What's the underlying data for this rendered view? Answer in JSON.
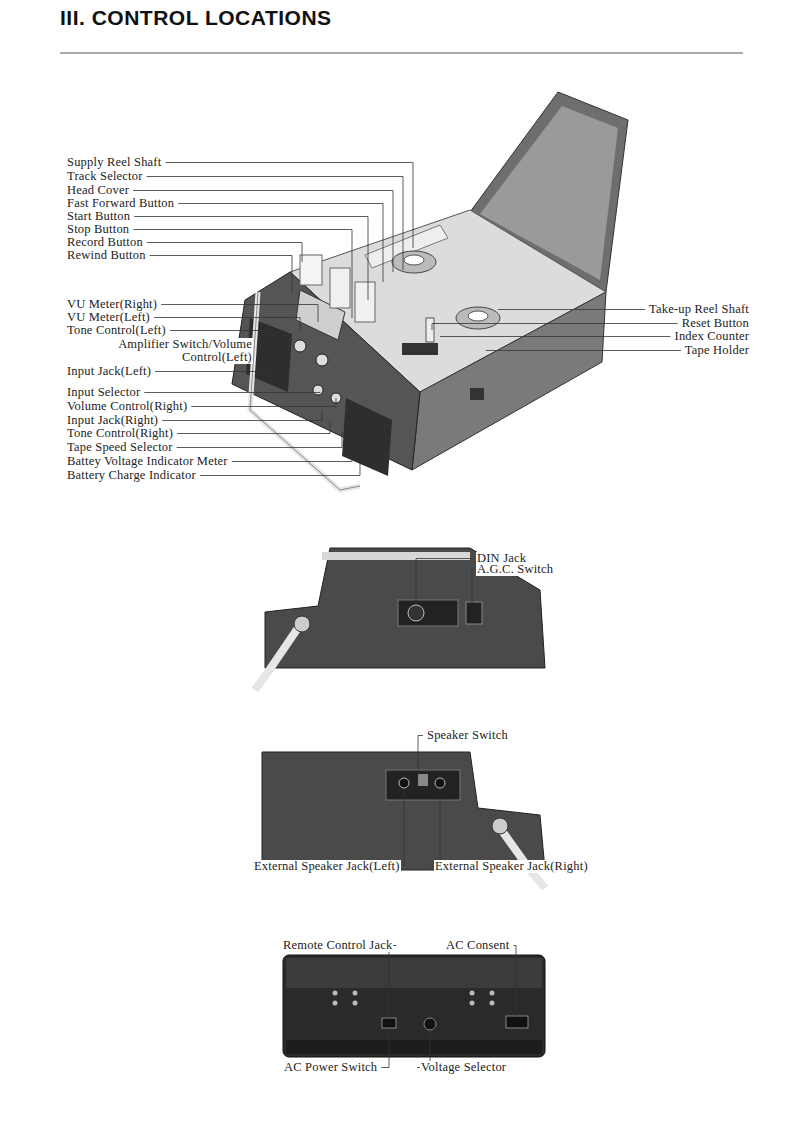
{
  "diagram": {
    "title": "III. CONTROL LOCATIONS",
    "labels": [
      "Supply Reel Shaft",
      "Track Selector",
      "Head Cover",
      "Fast Forward Button",
      "Start Button",
      "Stop Button",
      "Record Button",
      "Rewind Button",
      "VU Meter(Right)",
      "VU Meter(Left)",
      "Tone Control(Left)",
      "Amplifier Switch/Volume Control(Left)",
      "Input Jack(Left)",
      "Input Selector",
      "Volume Control(Right)",
      "Input Jack(Right)",
      "Tone Control(Right)",
      "Tape Speed Selector",
      "Battey Voltage Indicator Meter",
      "Battery Charge Indicator",
      "Take-up Reel Shaft",
      "Reset Button",
      "Index Counter",
      "Tape Holder",
      "DIN Jack",
      "A.G.C. Switch",
      "Speaker Switch",
      "External Speaker Jack(Left)",
      "External Speaker Jack(Right)",
      "Remote Control Jack",
      "AC Consent",
      "AC Power Switch",
      "Voltage Selector"
    ]
  }
}
